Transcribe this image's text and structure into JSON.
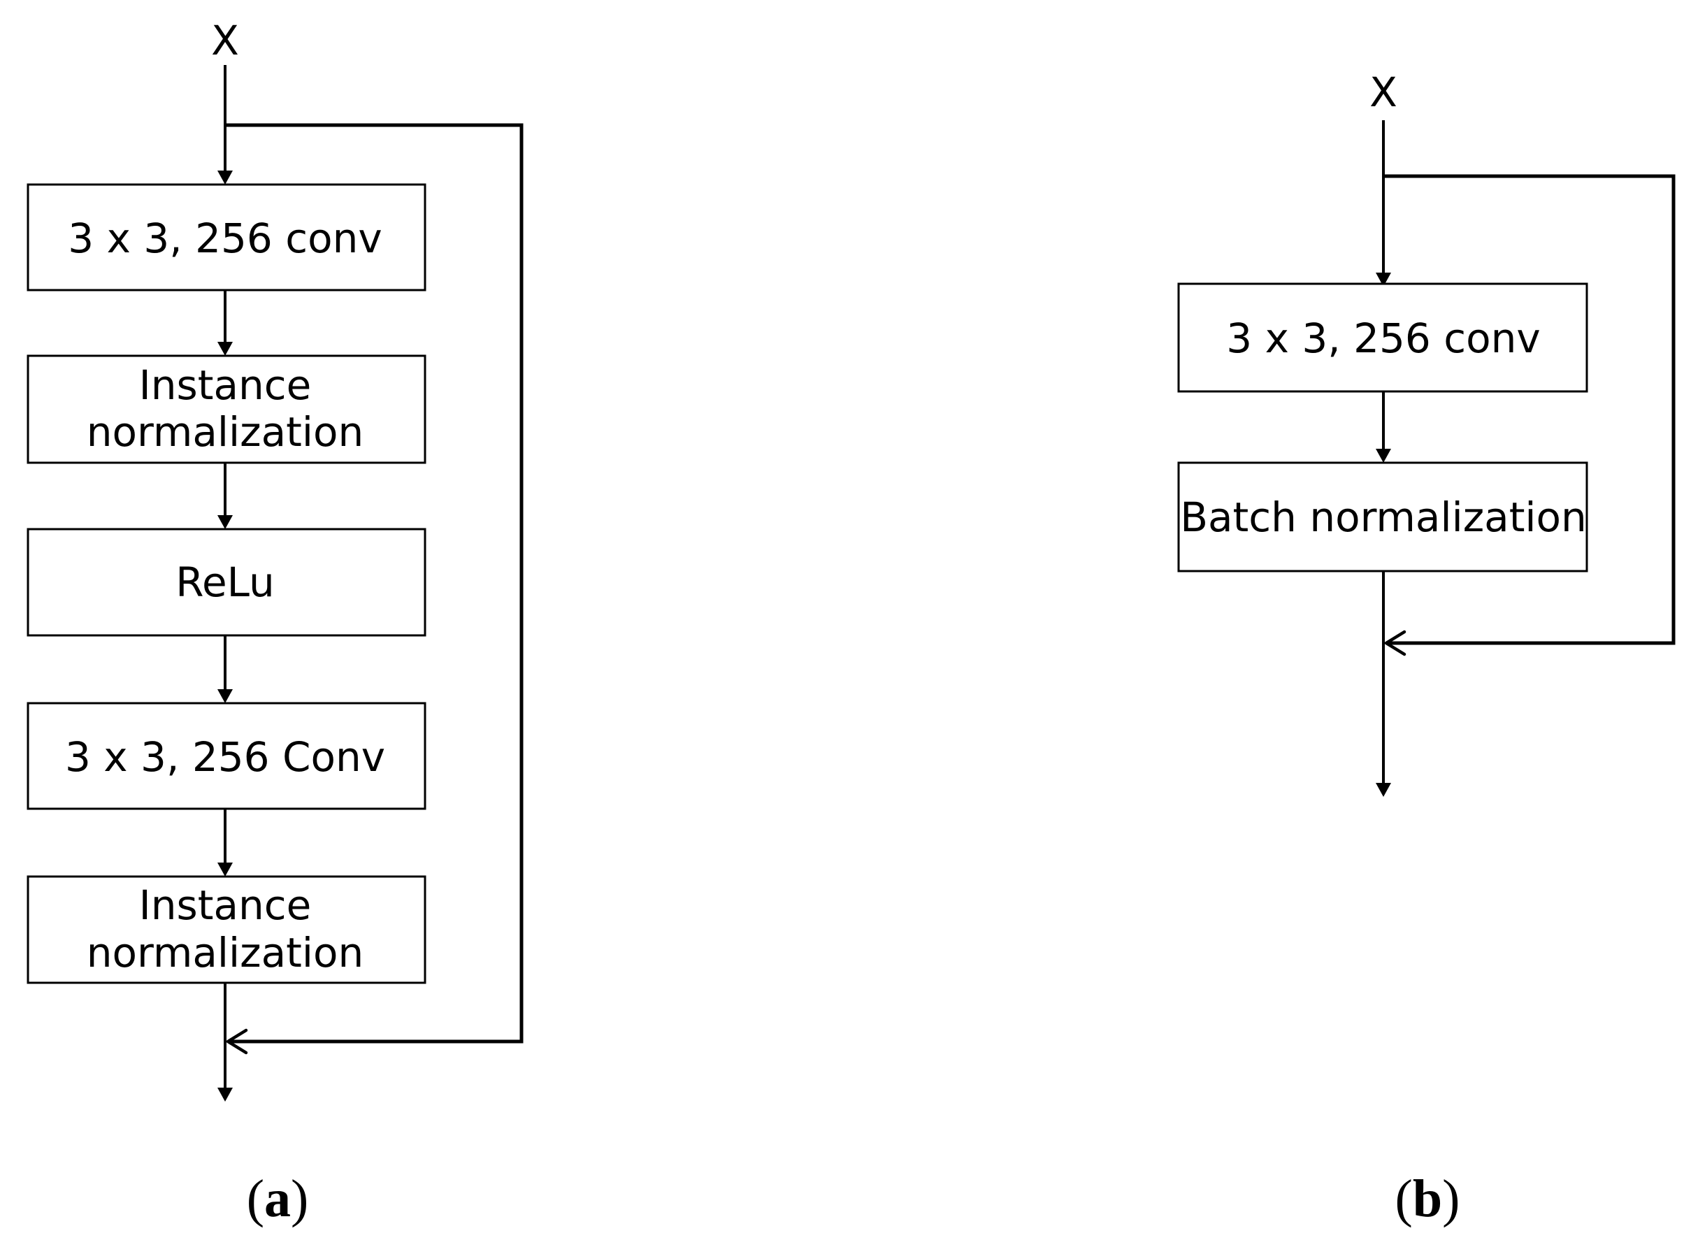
{
  "panel_a": {
    "input_label": "X",
    "blocks": [
      {
        "lines": [
          "3 x 3,  256 conv"
        ]
      },
      {
        "lines": [
          "Instance",
          "normalization"
        ]
      },
      {
        "lines": [
          "ReLu"
        ]
      },
      {
        "lines": [
          "3 x 3, 256 Conv"
        ]
      },
      {
        "lines": [
          "Instance",
          "normalization"
        ]
      }
    ],
    "caption": {
      "open": "(",
      "letter": "a",
      "close": ")"
    }
  },
  "panel_b": {
    "input_label": "X",
    "blocks": [
      {
        "lines": [
          "3 x 3,  256 conv"
        ]
      },
      {
        "lines": [
          "Batch normalization"
        ]
      }
    ],
    "caption": {
      "open": "(",
      "letter": "b",
      "close": ")"
    }
  }
}
